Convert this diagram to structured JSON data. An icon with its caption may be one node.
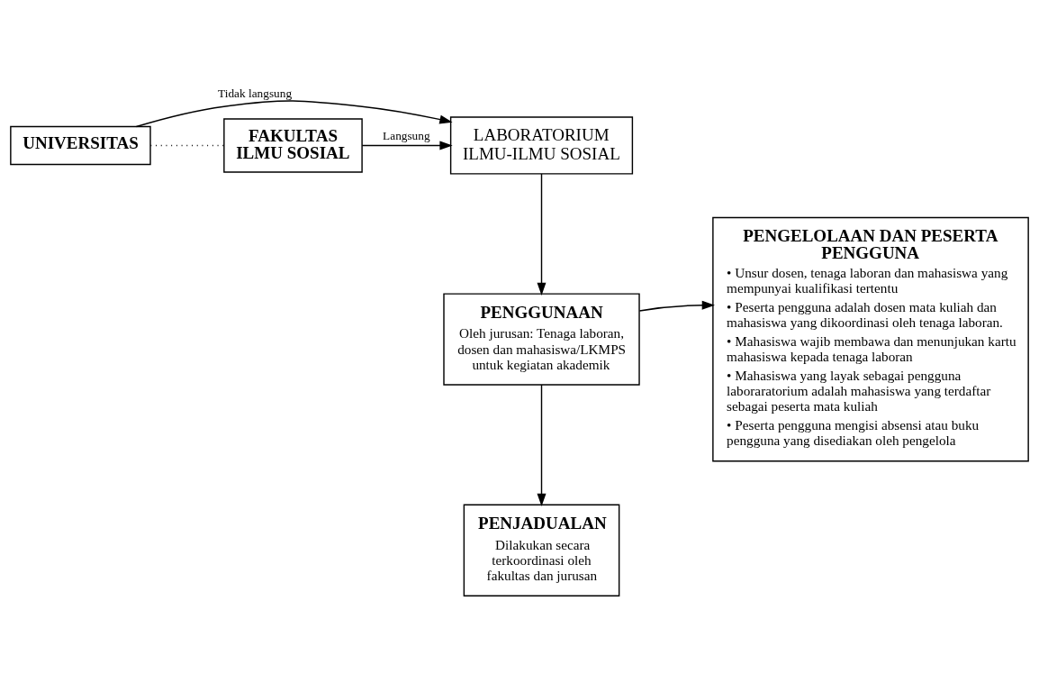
{
  "diagram": {
    "nodes": [
      {
        "text": [
          "UNIVERSITAS"
        ]
      },
      {
        "text": [
          "FAKULTAS ILMU SOSIAL"
        ]
      },
      {
        "text": [
          "LABORATORIUM ILMU-ILMU SOSIAL"
        ]
      },
      {
        "text": [
          "PENGGUNAAN",
          "Oleh jurusan: Tenaga laboran, dosen dan mahasiswa/LKMPS untuk kegiatan akademik"
        ]
      },
      {
        "text": [
          "PENJADUALAN",
          "Dilakukan secara terkoordinasi oleh fakultas dan jurusan"
        ]
      },
      {
        "text": [
          "PENGELOLAAN DAN PESERTA PENGGUNA",
          "• Unsur dosen, tenaga laboran dan mahasiswa yang mempunyai kualifikasi tertentu",
          "• Peserta pengguna adalah dosen mata kuliah dan mahasiswa yang dikoordinasi oleh tenaga laboran.",
          "• Mahasiswa wajib membawa dan menunjukan kartu mahasiswa kepada tenaga laboran",
          "• Mahasiswa yang layak sebagai pengguna laboraratorium adalah mahasiswa yang terdaftar sebagai peserta mata kuliah",
          "• Peserta pengguna mengisi absensi atau buku pengguna yang disediakan oleh pengelola"
        ]
      }
    ],
    "edges": [
      {
        "from": 0,
        "to": 1,
        "arrow": "none",
        "style": "dashed"
      },
      {
        "from": 1,
        "to": 2,
        "arrow": "to",
        "label": "Langsung"
      },
      {
        "from": 0,
        "to": 2,
        "arrow": "to",
        "label": "Tidak langsung"
      },
      {
        "from": 2,
        "to": 3,
        "arrow": "to"
      },
      {
        "from": 3,
        "to": 5,
        "arrow": "to"
      },
      {
        "from": 3,
        "to": 4,
        "arrow": "to"
      }
    ]
  }
}
